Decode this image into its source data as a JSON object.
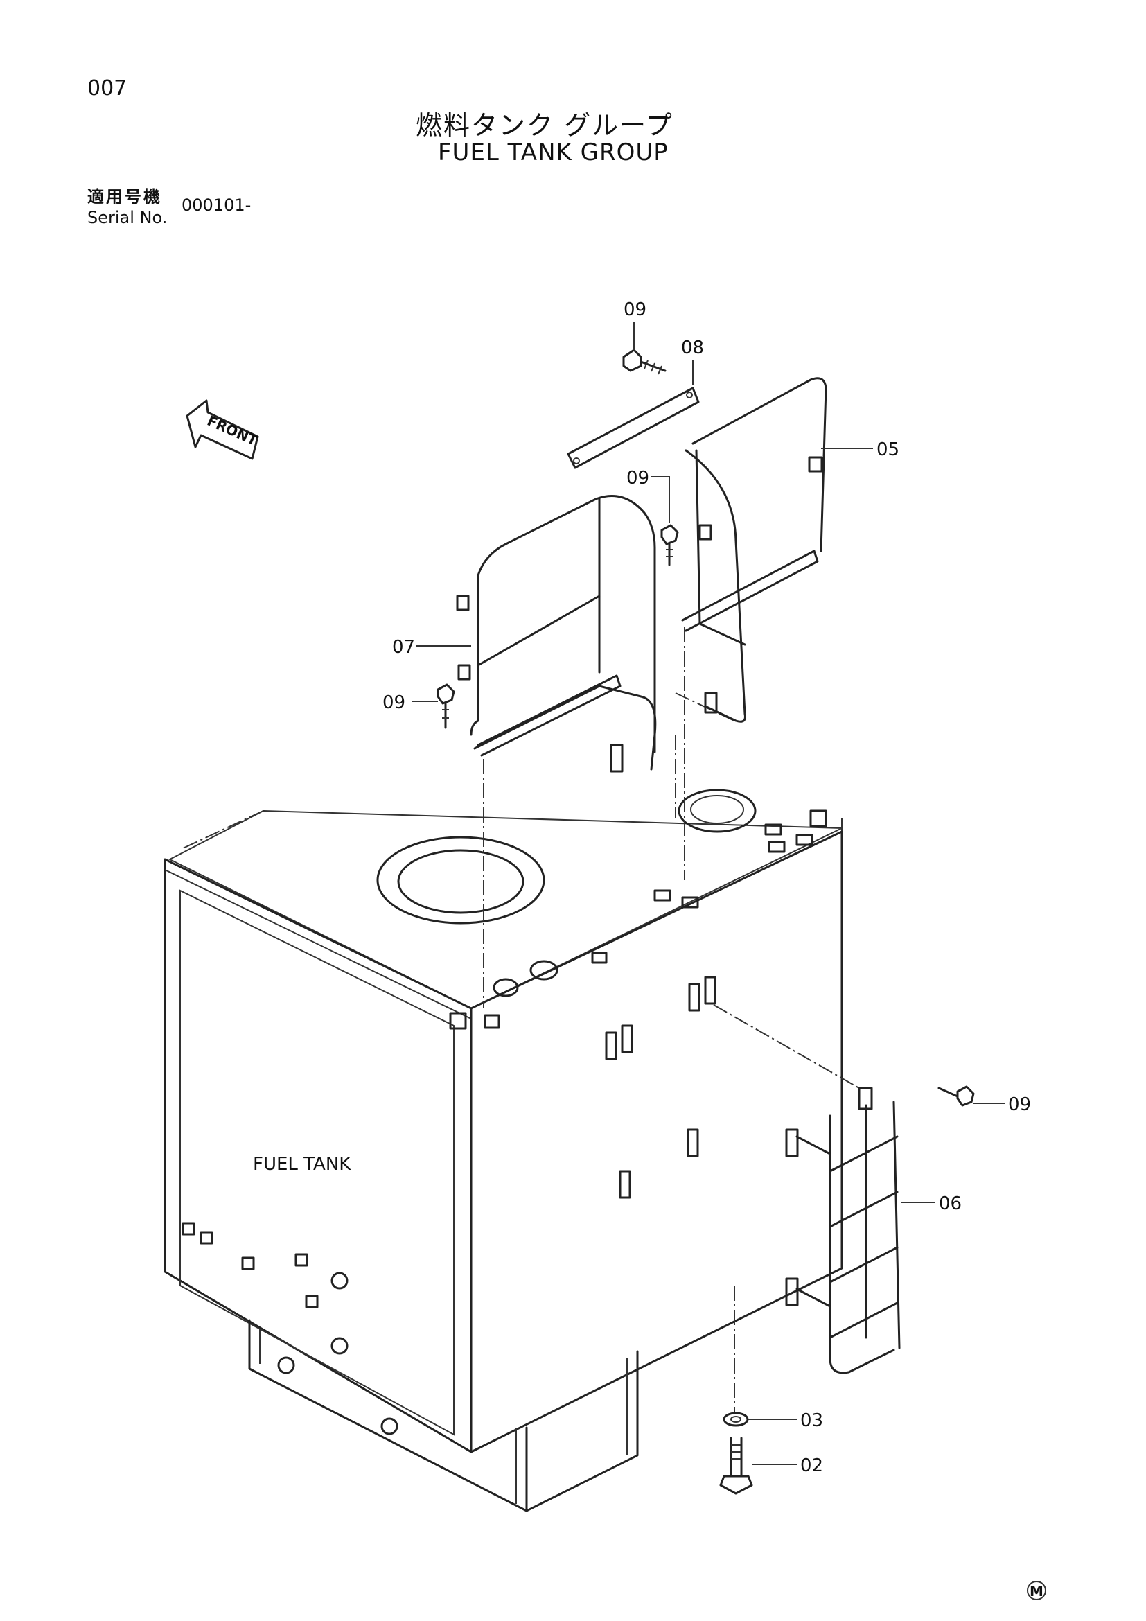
{
  "header": {
    "page_number": "007",
    "title_jp": "燃料タンク グループ",
    "title_en": "FUEL TANK GROUP"
  },
  "serial": {
    "label_jp": "適用号機",
    "label_en": "Serial No.",
    "value": "000101-"
  },
  "diagram": {
    "front_label": "FRONT",
    "tank_label": "FUEL TANK",
    "callouts": {
      "c09_top": "09",
      "c08": "08",
      "c05": "05",
      "c09_mid": "09",
      "c07": "07",
      "c09_left": "09",
      "c09_right": "09",
      "c06": "06",
      "c03": "03",
      "c02": "02"
    },
    "mark": "M"
  }
}
